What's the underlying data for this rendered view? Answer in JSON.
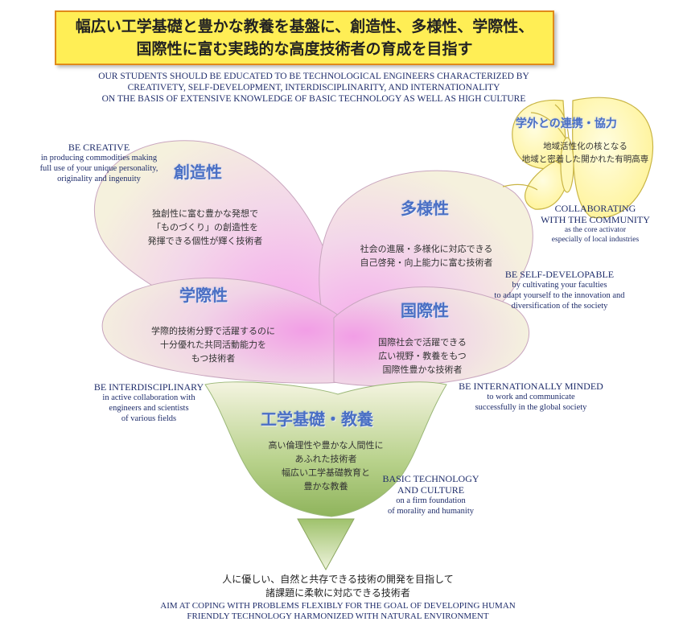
{
  "banner": {
    "line1": "幅広い工学基礎と豊かな教養を基盤に、創造性、多様性、学際性、",
    "line2": "国際性に富む実践的な高度技術者の育成を目指す"
  },
  "subtitle": {
    "line1": "OUR STUDENTS SHOULD BE EDUCATED TO BE TECHNOLOGICAL ENGINEERS CHARACTERIZED BY",
    "line2": "CREATIVETY, SELF-DEVELOPMENT, INTERDISCIPLINARITY, AND INTERNATIONALITY",
    "line3": "ON THE BASIS OF EXTENSIVE KNOWLEDGE OF BASIC TECHNOLOGY AS WELL AS HIGH CULTURE"
  },
  "creative": {
    "en_title": "BE CREATIVE",
    "en_lines": [
      "in producing commodities making",
      "full use of your unique personality,",
      "originality and ingenuity"
    ],
    "jp_head": "創造性",
    "jp_lines": [
      "独創性に富む豊かな発想で",
      "「ものづくり」の創造性を",
      "発揮できる個性が輝く技術者"
    ]
  },
  "diversity": {
    "jp_head": "多様性",
    "jp_lines": [
      "社会の進展・多様化に対応できる",
      "自己啓発・向上能力に富む技術者"
    ],
    "en_title": "BE SELF-DEVELOPABLE",
    "en_lines": [
      "by cultivating your faculties",
      "to adapt yourself to the innovation and",
      "diversification of the society"
    ]
  },
  "interdisciplinary": {
    "jp_head": "学際性",
    "jp_lines": [
      "学際的技術分野で活躍するのに",
      "十分優れた共同活動能力を",
      "もつ技術者"
    ],
    "en_title": "BE INTERDISCIPLINARY",
    "en_lines": [
      "in active collaboration with",
      "engineers and scientists",
      "of various fields"
    ]
  },
  "international": {
    "jp_head": "国際性",
    "jp_lines": [
      "国際社会で活躍できる",
      "広い視野・教養をもつ",
      "国際性豊かな技術者"
    ],
    "en_title": "BE INTERNATIONALLY MINDED",
    "en_lines": [
      "to work and communicate",
      "successfully in the global society"
    ]
  },
  "basic": {
    "jp_head": "工学基礎・教養",
    "jp_lines": [
      "高い倫理性や豊かな人間性に",
      "あふれた技術者",
      "幅広い工学基礎教育と",
      "豊かな教養"
    ],
    "en_title_lines": [
      "BASIC TECHNOLOGY",
      "AND CULTURE"
    ],
    "en_lines": [
      "on a firm foundation",
      "of morality and humanity"
    ]
  },
  "community": {
    "jp_head": "学外との連携・協力",
    "jp_lines": [
      "地域活性化の核となる",
      "地域と密着した開かれた有明高専"
    ],
    "en_title_lines": [
      "COLLABORATING",
      "WITH THE COMMUNITY"
    ],
    "en_lines": [
      "as the core activator",
      "especially of local industries"
    ]
  },
  "footer": {
    "jp_lines": [
      "人に優しい、自然と共存できる技術の開発を目指して",
      "諸課題に柔軟に対応できる技術者"
    ],
    "en_lines": [
      "AIM AT COPING WITH PROBLEMS FLEXIBLY FOR THE GOAL OF DEVELOPING HUMAN",
      "FRIENDLY TECHNOLOGY HARMONIZED WITH NATURAL ENVIRONMENT"
    ]
  },
  "colors": {
    "banner_fill": "#ffee55",
    "banner_border": "#e08a1a",
    "petal_pink": "#f3b8e6",
    "petal_cream": "#f4f0da",
    "calyx_green": "#a9c97a",
    "butterfly_yellow": "#fff7a8",
    "heading_blue": "#4a6fc4",
    "text_navy": "#1f2d6b"
  }
}
